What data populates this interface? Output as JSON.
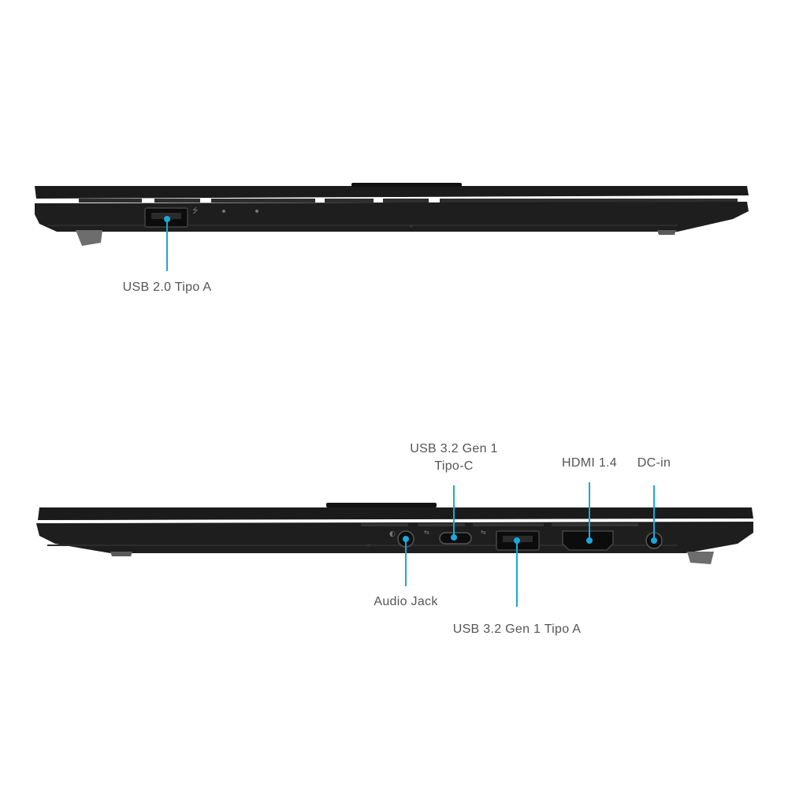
{
  "colors": {
    "background": "#ffffff",
    "laptop_body": "#1c1c1c",
    "laptop_edge": "#3a3a3a",
    "callout": "#1aa7de",
    "label_text": "#555555"
  },
  "top_view": {
    "callouts": [
      {
        "id": "usb2",
        "label": "USB 2.0 Tipo A"
      }
    ]
  },
  "bottom_view": {
    "callouts": [
      {
        "id": "usbc",
        "label_line1": "USB 3.2 Gen 1",
        "label_line2": "Tipo-C"
      },
      {
        "id": "hdmi",
        "label": "HDMI 1.4"
      },
      {
        "id": "dcin",
        "label": "DC-in"
      },
      {
        "id": "audio",
        "label": "Audio Jack"
      },
      {
        "id": "usb3a",
        "label": "USB 3.2 Gen 1 Tipo A"
      }
    ]
  }
}
